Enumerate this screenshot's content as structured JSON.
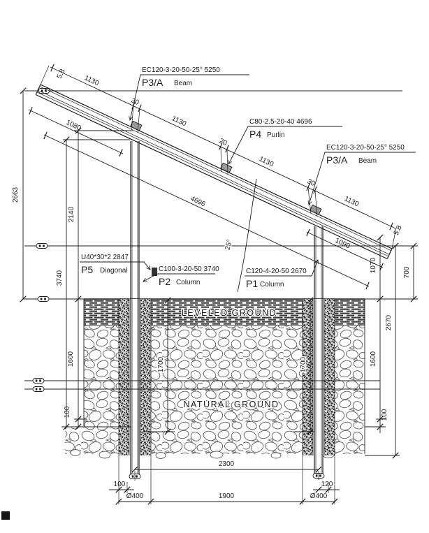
{
  "drawing": {
    "colors": {
      "line": "#1c1c1c",
      "hatch_dark": "#3d3d3d",
      "stipple": "#2e2e2e",
      "stone_outline": "#5a5a5a"
    },
    "members": {
      "beam_top": {
        "spec": "EC120-3-20-50-25°  5250",
        "mark": "P3/A",
        "kind": "Beam"
      },
      "purlin": {
        "spec": "C80-2.5-20-40   4696",
        "mark": "P4",
        "kind": "Purlin"
      },
      "beam_right": {
        "spec": "EC120-3-20-50-25°  5250",
        "mark": "P3/A",
        "kind": "Beam"
      },
      "diagonal": {
        "spec": "U40*30*2  2847",
        "mark": "P5",
        "kind": "Diagonal"
      },
      "column_p2": {
        "spec": "C100-3-20-50    3740",
        "mark": "P2",
        "kind": "Column"
      },
      "column_p1": {
        "spec": "C120-4-20-50    2670",
        "mark": "P1",
        "kind": "Column"
      }
    },
    "ground": {
      "leveled": "LEVELED GROUND",
      "natural": "NATURAL GROUND"
    },
    "dim": {
      "t58l": "5.8",
      "t58r": "5.8",
      "s1130a": "1130",
      "s1130b": "1130",
      "s1130c": "1130",
      "s1130d": "1130",
      "o20a": "20",
      "o20b": "20",
      "o30": "30",
      "r1080": "1080",
      "r1090": "1090",
      "v1070": "1070",
      "len4696": "4696",
      "ang": "25°",
      "h2663": "2663",
      "h2140": "2140",
      "h3740": "3740",
      "l1600": "1600",
      "l100": "100",
      "pl1700": "1700",
      "pr1700": "1700",
      "v700": "700",
      "v2670": "2670",
      "r1600": "1600",
      "r100": "100",
      "b100": "100",
      "b120": "120",
      "dia_l": "Ø400",
      "dia_r": "Ø400",
      "b2300": "2300",
      "b1900": "1900"
    }
  }
}
